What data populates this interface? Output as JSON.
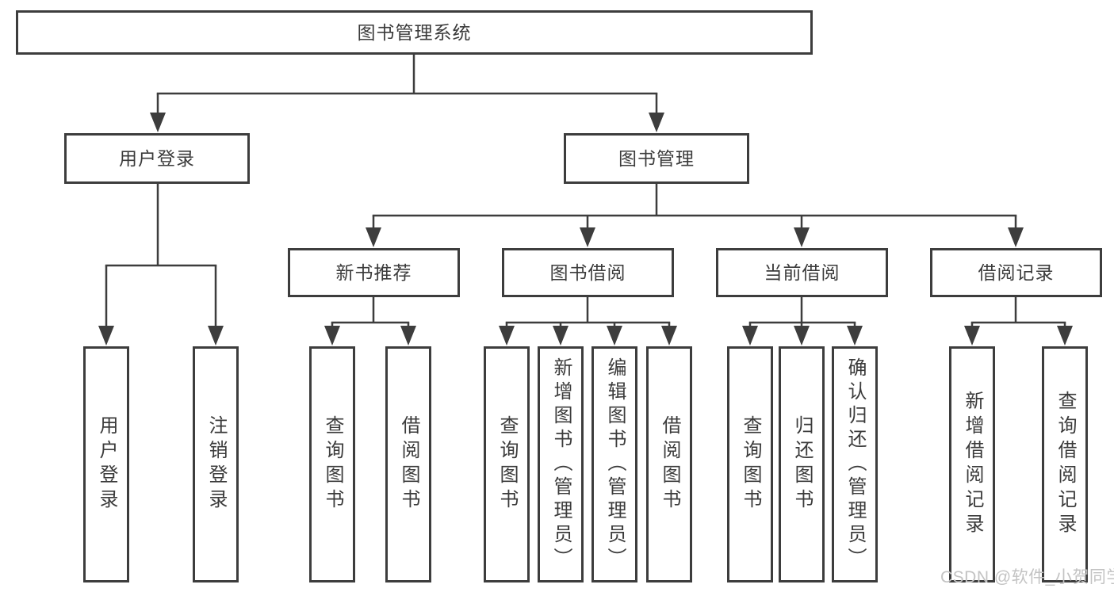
{
  "tree": {
    "root": {
      "label": "图书管理系统"
    },
    "children": [
      {
        "label": "用户登录",
        "children": [
          {
            "label": "用户登录"
          },
          {
            "label": "注销登录"
          }
        ]
      },
      {
        "label": "图书管理",
        "children": [
          {
            "label": "新书推荐",
            "children": [
              {
                "label": "查询图书"
              },
              {
                "label": "借阅图书"
              }
            ]
          },
          {
            "label": "图书借阅",
            "children": [
              {
                "label": "查询图书"
              },
              {
                "label": "新增图书（管理员）"
              },
              {
                "label": "编辑图书（管理员）"
              },
              {
                "label": "借阅图书"
              }
            ]
          },
          {
            "label": "当前借阅",
            "children": [
              {
                "label": "查询图书"
              },
              {
                "label": "归还图书"
              },
              {
                "label": "确认归还（管理员）"
              }
            ]
          },
          {
            "label": "借阅记录",
            "children": [
              {
                "label": "新增借阅记录"
              },
              {
                "label": "查询借阅记录"
              }
            ]
          }
        ]
      }
    ]
  },
  "watermark": "CSDN @软件_小贺同学",
  "colors": {
    "line": "#3d3d3d",
    "box_border": "#3d3d3d",
    "text": "#3b3b3b",
    "background": "#ffffff",
    "watermark": "#c3c3c3"
  }
}
